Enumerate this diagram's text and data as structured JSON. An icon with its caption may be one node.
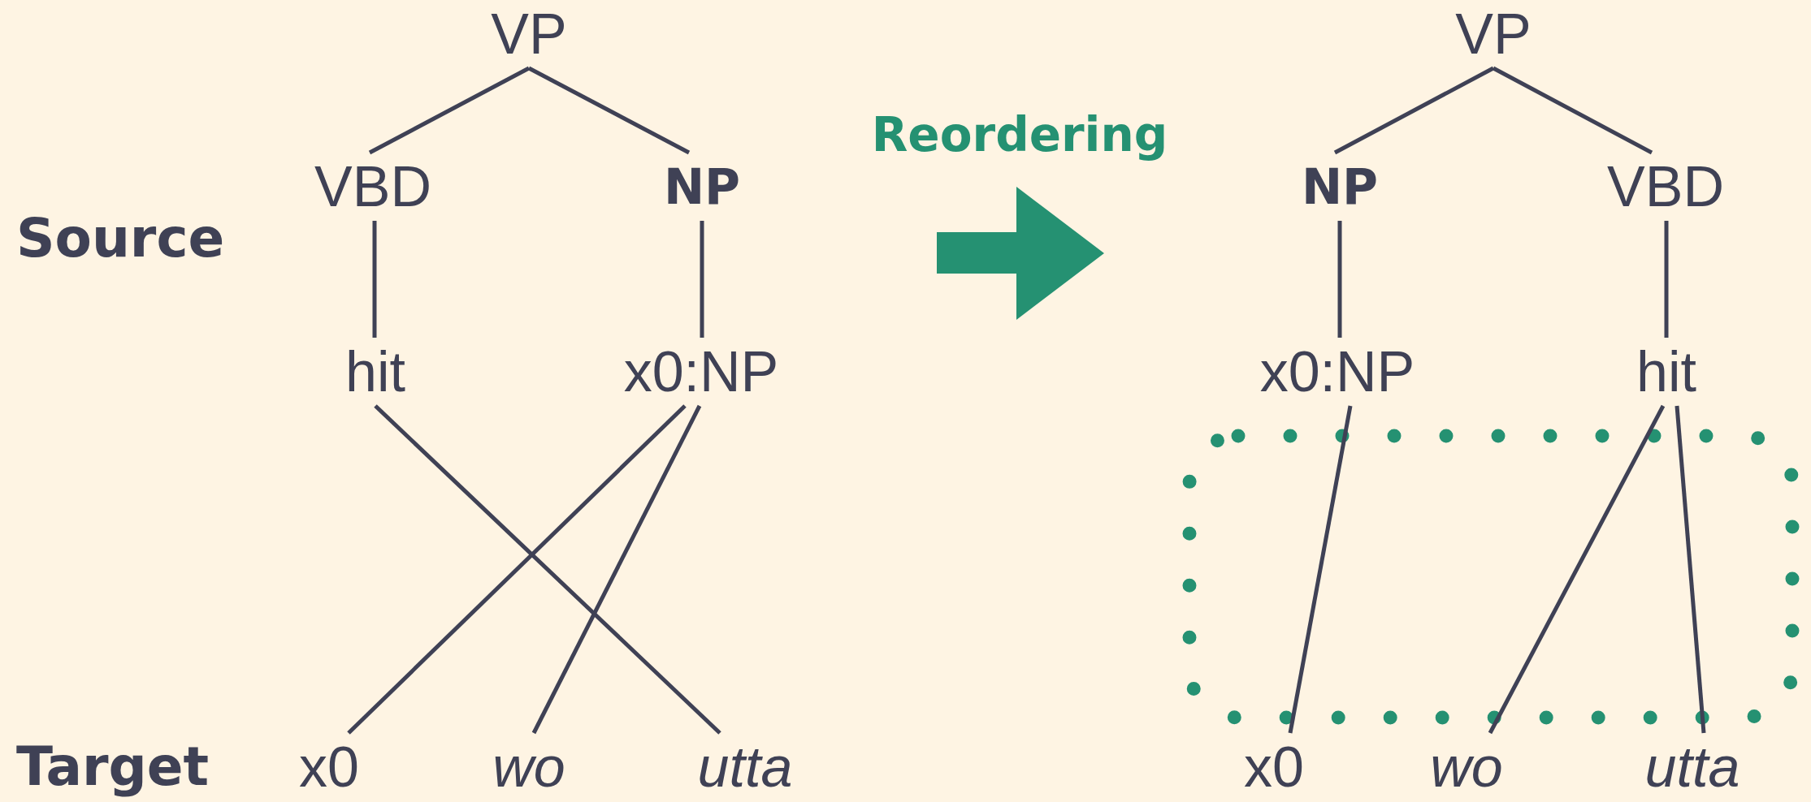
{
  "diagram": {
    "nodes": [
      {
        "text": [
          "VP"
        ]
      },
      {
        "text": [
          "VBD"
        ]
      },
      {
        "text": [
          "NP"
        ]
      },
      {
        "text": [
          "hit"
        ]
      },
      {
        "text": [
          "x0:NP"
        ]
      },
      {
        "text": [
          "x0"
        ]
      },
      {
        "text": [
          "wo"
        ]
      },
      {
        "text": [
          "utta"
        ]
      },
      {
        "text": [
          "VP"
        ]
      },
      {
        "text": [
          "NP"
        ]
      },
      {
        "text": [
          "VBD"
        ]
      },
      {
        "text": [
          "x0:NP"
        ]
      },
      {
        "text": [
          "hit"
        ]
      },
      {
        "text": [
          "x0"
        ]
      },
      {
        "text": [
          "wo"
        ]
      },
      {
        "text": [
          "utta"
        ]
      }
    ],
    "edges": [
      {
        "from": 0,
        "to": 1,
        "arrow": "none"
      },
      {
        "from": 0,
        "to": 2,
        "arrow": "none"
      },
      {
        "from": 1,
        "to": 3,
        "arrow": "none"
      },
      {
        "from": 2,
        "to": 4,
        "arrow": "none"
      },
      {
        "from": 3,
        "to": 7,
        "arrow": "none"
      },
      {
        "from": 4,
        "to": 5,
        "arrow": "none"
      },
      {
        "from": 4,
        "to": 6,
        "arrow": "none"
      },
      {
        "from": 8,
        "to": 9,
        "arrow": "none"
      },
      {
        "from": 8,
        "to": 10,
        "arrow": "none"
      },
      {
        "from": 9,
        "to": 11,
        "arrow": "none"
      },
      {
        "from": 10,
        "to": 12,
        "arrow": "none"
      },
      {
        "from": 11,
        "to": 13,
        "arrow": "none"
      },
      {
        "from": 12,
        "to": 14,
        "arrow": "none"
      },
      {
        "from": 12,
        "to": 15,
        "arrow": "none"
      }
    ],
    "labels": [
      "Reordering",
      "Source",
      "Target"
    ]
  }
}
